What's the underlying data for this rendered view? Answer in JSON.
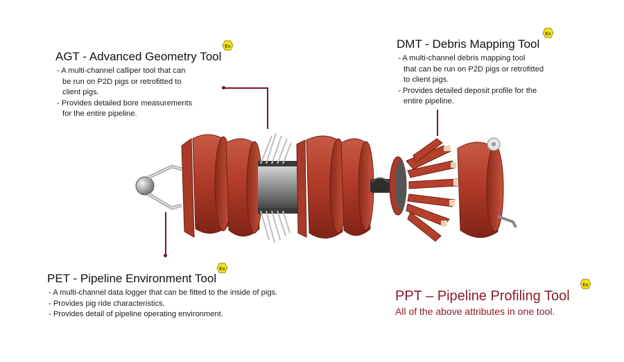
{
  "agt": {
    "title": "AGT - Advanced Geometry Tool",
    "lines": [
      "- A multi-channel calliper tool that can",
      "  be run on P2D pigs or retrofitted to",
      "  client pigs.",
      "- Provides detailed bore measurements",
      "  for the entire pipeline."
    ]
  },
  "dmt": {
    "title": "DMT - Debris Mapping Tool",
    "lines": [
      "- A multi-channel debris mapping tool",
      "  that can be run on P2D pigs or retrofitted",
      "  to client pigs.",
      "- Provides detailed deposit profile for the",
      "  entire pipeline."
    ]
  },
  "pet": {
    "title": "PET - Pipeline Environment Tool",
    "lines": [
      "- A multi-channel data logger that can be fitted to the inside of pigs.",
      "- Provides pig ride characteristics.",
      "- Provides detail of pipeline operating environment."
    ]
  },
  "ppt": {
    "title": "PPT – Pipeline Profiling Tool",
    "subtitle": "All of the above attributes in one tool."
  },
  "badge": {
    "label": "Ex",
    "fill": "#f2e21a",
    "stroke": "#8a7a00"
  },
  "colors": {
    "accent": "#8a1a2a",
    "body_red": "#b5402c",
    "leader": "#7a1422"
  }
}
